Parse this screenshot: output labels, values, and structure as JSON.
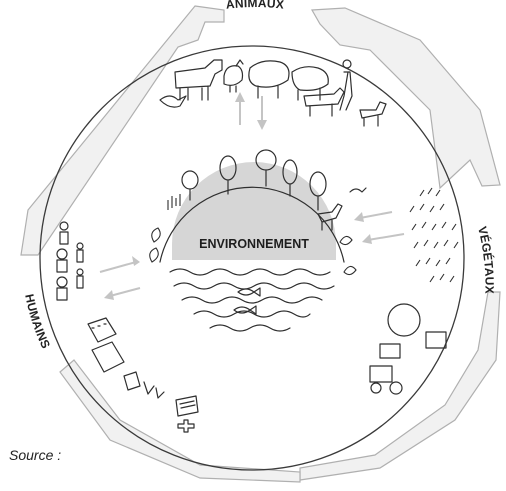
{
  "sectors": {
    "animals": "ANIMAUX",
    "plants": "VÉGÉTAUX",
    "humans": "HUMAINS"
  },
  "center": {
    "label": "ENVIRONNEMENT"
  },
  "source": {
    "label": "Source :"
  },
  "colors": {
    "band_fill": "#f0f0f0",
    "band_stroke": "#b0b0b0",
    "ring_line": "#3a3a3a",
    "globe_fill": "#d6d6d6",
    "arrow": "#c4c4c4",
    "icon_line": "#2f2f2f"
  }
}
